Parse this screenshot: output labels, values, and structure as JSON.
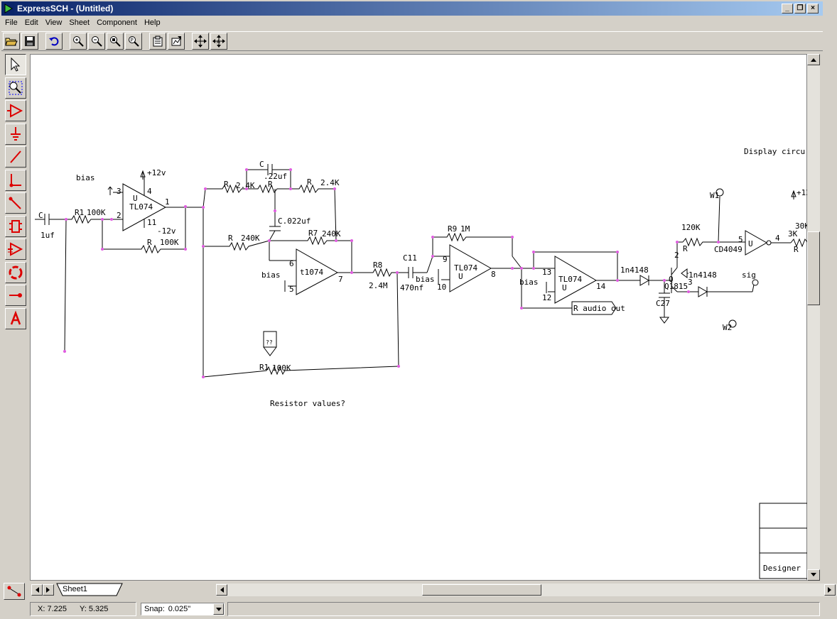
{
  "window": {
    "title": "ExpressSCH - (Untitled)",
    "controls": [
      "_",
      "❐",
      "×"
    ]
  },
  "menu": [
    "File",
    "Edit",
    "View",
    "Sheet",
    "Component",
    "Help"
  ],
  "toolbar_icons": [
    "open-icon",
    "save-icon",
    "undo-icon",
    "zoom-in-icon",
    "zoom-out-icon",
    "zoom-fit-icon",
    "zoom-page-icon",
    "properties-icon",
    "component-properties-icon",
    "pan-icon",
    "move-icon"
  ],
  "left_tools": [
    "select-icon",
    "zoom-select-icon",
    "opamp-tool-icon",
    "ground-tool-icon",
    "wire-tool-icon",
    "junction-tool-icon",
    "bus-entry-tool-icon",
    "ic-tool-icon",
    "port-tool-icon",
    "connector-tool-icon",
    "pin-tool-icon",
    "text-tool-icon"
  ],
  "schematic": {
    "labels": {
      "bias1": "bias",
      "plus12": "+12v",
      "minus12": "-12v",
      "c1": "C",
      "c1_val": "1uf",
      "r1": "R1",
      "r1_val": "100K",
      "u1_pin3": "3",
      "u1_pin2": "2",
      "u1_pin4": "4",
      "u1_pin1": "1",
      "u1_pin11": "11",
      "u1_u": "U",
      "u1_name": "TL074",
      "r_fb": "R",
      "r_fb_val": "100K",
      "r_2p4a": "R",
      "r_2p4a_val": "2.4K",
      "pot": "R",
      "r_2p4b": "R",
      "r_2p4b_val": "2.4K",
      "c_22": "C",
      "c_22_val": ".22uf",
      "c_022": "C.022uf",
      "r_240": "R",
      "r_240_val": "240K",
      "r7": "R7",
      "r7_val": "240K",
      "u2_pin6": "6",
      "u2_pin5": "5",
      "u2_pin7": "7",
      "u2_name": "t1074",
      "bias2": "bias",
      "r8": "R8",
      "r8_val": "2.4M",
      "c11": "C11",
      "c11_val": "470nf",
      "bias3": "bias",
      "r9": "R9",
      "r9_val": "1M",
      "u3_pin9": "9",
      "u3_pin10": "10",
      "u3_pin8": "8",
      "u3_name": "TL074",
      "u3_u": "U",
      "u4_pin13": "13",
      "u4_pin12": "12",
      "u4_pin14": "14",
      "u4_name": "TL074",
      "u4_u": "U",
      "bias4": "bias",
      "r_audio": "R audio out",
      "d1": "1n4148",
      "d2": "1n4148",
      "q1": "Q",
      "q1_name": "Q1815",
      "q_pin2": "2",
      "q_pin3": "3",
      "c27": "C27",
      "r_120": "120K",
      "r_120_r": "R",
      "w1": "W1",
      "w2": "W2",
      "sig": "sig",
      "cd4049": "CD4049",
      "cd_pin5": "5",
      "cd_pin4": "4",
      "cd_u": "U",
      "plus12b": "+12",
      "r_3k": "3K",
      "r_3k_r": "R",
      "r_30k": "30K",
      "r1b": "R1",
      "r1b_val": "100K",
      "display": "Display circu",
      "question": "Resistor values?",
      "pot_mark": "??",
      "designer": "Designer"
    }
  },
  "sheet_tab": "Sheet1",
  "status": {
    "x": "X: 7.225",
    "y": "Y: 5.325",
    "snap_label": "Snap:",
    "snap_value": "0.025\""
  }
}
